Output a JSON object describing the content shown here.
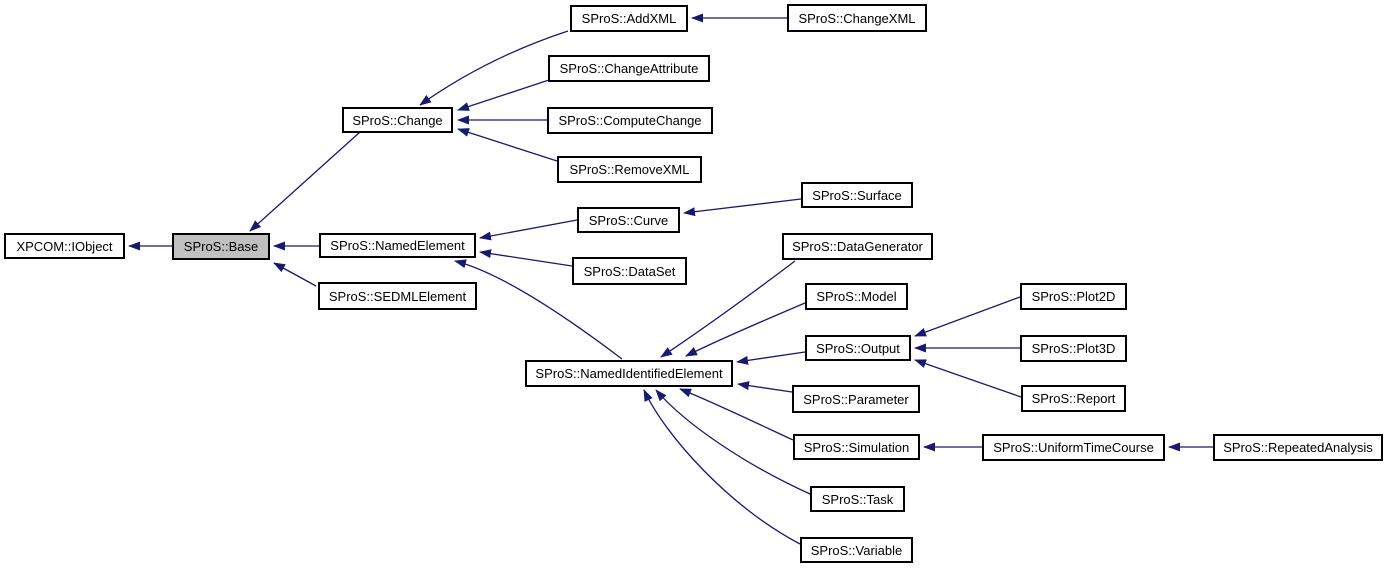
{
  "colors": {
    "edge": "#191970",
    "node_border": "#000000",
    "node_fill": "#ffffff",
    "highlight_fill": "#c0c0c0",
    "text": "#000000",
    "background": "#ffffff"
  },
  "nodes": {
    "xpcom_iobject": {
      "label": "XPCOM::IObject"
    },
    "base": {
      "label": "SProS::Base",
      "highlighted": true
    },
    "named_element": {
      "label": "SProS::NamedElement"
    },
    "sedml_element": {
      "label": "SProS::SEDMLElement"
    },
    "change": {
      "label": "SProS::Change"
    },
    "addxml": {
      "label": "SProS::AddXML"
    },
    "changexml": {
      "label": "SProS::ChangeXML"
    },
    "change_attribute": {
      "label": "SProS::ChangeAttribute"
    },
    "compute_change": {
      "label": "SProS::ComputeChange"
    },
    "removexml": {
      "label": "SProS::RemoveXML"
    },
    "curve": {
      "label": "SProS::Curve"
    },
    "surface": {
      "label": "SProS::Surface"
    },
    "dataset": {
      "label": "SProS::DataSet"
    },
    "data_generator": {
      "label": "SProS::DataGenerator"
    },
    "model": {
      "label": "SProS::Model"
    },
    "output": {
      "label": "SProS::Output"
    },
    "named_identified_element": {
      "label": "SProS::NamedIdentifiedElement"
    },
    "parameter": {
      "label": "SProS::Parameter"
    },
    "simulation": {
      "label": "SProS::Simulation"
    },
    "task": {
      "label": "SProS::Task"
    },
    "variable": {
      "label": "SProS::Variable"
    },
    "plot2d": {
      "label": "SProS::Plot2D"
    },
    "plot3d": {
      "label": "SProS::Plot3D"
    },
    "report": {
      "label": "SProS::Report"
    },
    "uniform_time_course": {
      "label": "SProS::UniformTimeCourse"
    },
    "repeated_analysis": {
      "label": "SProS::RepeatedAnalysis"
    }
  },
  "edges": [
    {
      "from": "SProS::Base",
      "to": "XPCOM::IObject"
    },
    {
      "from": "SProS::Change",
      "to": "SProS::Base"
    },
    {
      "from": "SProS::NamedElement",
      "to": "SProS::Base"
    },
    {
      "from": "SProS::SEDMLElement",
      "to": "SProS::Base"
    },
    {
      "from": "SProS::AddXML",
      "to": "SProS::Change"
    },
    {
      "from": "SProS::ChangeAttribute",
      "to": "SProS::Change"
    },
    {
      "from": "SProS::ComputeChange",
      "to": "SProS::Change"
    },
    {
      "from": "SProS::RemoveXML",
      "to": "SProS::Change"
    },
    {
      "from": "SProS::ChangeXML",
      "to": "SProS::AddXML"
    },
    {
      "from": "SProS::Curve",
      "to": "SProS::NamedElement"
    },
    {
      "from": "SProS::DataSet",
      "to": "SProS::NamedElement"
    },
    {
      "from": "SProS::NamedIdentifiedElement",
      "to": "SProS::NamedElement"
    },
    {
      "from": "SProS::Surface",
      "to": "SProS::Curve"
    },
    {
      "from": "SProS::DataGenerator",
      "to": "SProS::NamedIdentifiedElement"
    },
    {
      "from": "SProS::Model",
      "to": "SProS::NamedIdentifiedElement"
    },
    {
      "from": "SProS::Output",
      "to": "SProS::NamedIdentifiedElement"
    },
    {
      "from": "SProS::Parameter",
      "to": "SProS::NamedIdentifiedElement"
    },
    {
      "from": "SProS::Simulation",
      "to": "SProS::NamedIdentifiedElement"
    },
    {
      "from": "SProS::Task",
      "to": "SProS::NamedIdentifiedElement"
    },
    {
      "from": "SProS::Variable",
      "to": "SProS::NamedIdentifiedElement"
    },
    {
      "from": "SProS::Plot2D",
      "to": "SProS::Output"
    },
    {
      "from": "SProS::Plot3D",
      "to": "SProS::Output"
    },
    {
      "from": "SProS::Report",
      "to": "SProS::Output"
    },
    {
      "from": "SProS::UniformTimeCourse",
      "to": "SProS::Simulation"
    },
    {
      "from": "SProS::RepeatedAnalysis",
      "to": "SProS::UniformTimeCourse"
    }
  ]
}
